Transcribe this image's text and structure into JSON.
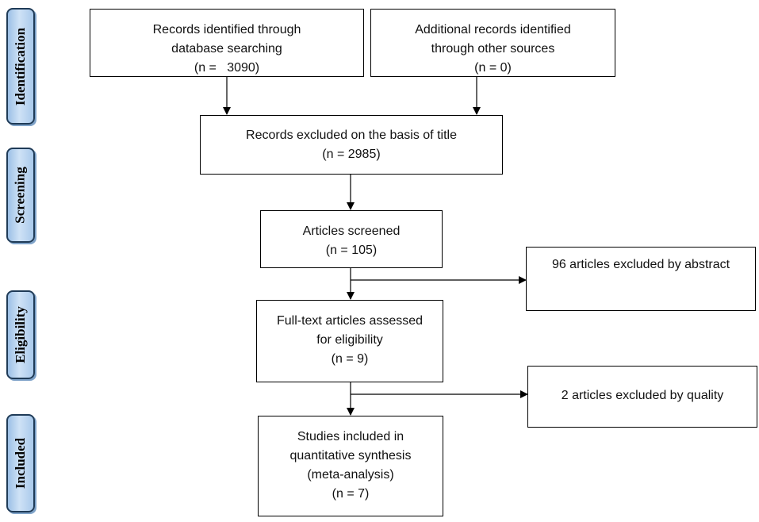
{
  "phases": {
    "identification": "Identification",
    "screening": "Screening",
    "eligibility": "Eligibility",
    "included": "Included"
  },
  "boxes": {
    "db_records": {
      "line1": "Records identified through",
      "line2": "database searching",
      "line3": "(n =   3090)"
    },
    "other_records": {
      "line1": "Additional records identified",
      "line2": "through other sources",
      "line3": "(n = 0)"
    },
    "excluded_title": {
      "line1": "Records excluded on the basis of title",
      "line2": "(n = 2985)"
    },
    "screened": {
      "line1": "Articles screened",
      "line2": "(n = 105)"
    },
    "excluded_abstract": {
      "line1": "96 articles excluded by abstract"
    },
    "fulltext": {
      "line1": "Full-text articles assessed",
      "line2": "for eligibility",
      "line3": "(n = 9)"
    },
    "excluded_quality": {
      "line1": "2 articles excluded by quality"
    },
    "included": {
      "line1": "Studies included in",
      "line2": "quantitative synthesis",
      "line3": "(meta-analysis)",
      "line4": "(n = 7)"
    }
  }
}
